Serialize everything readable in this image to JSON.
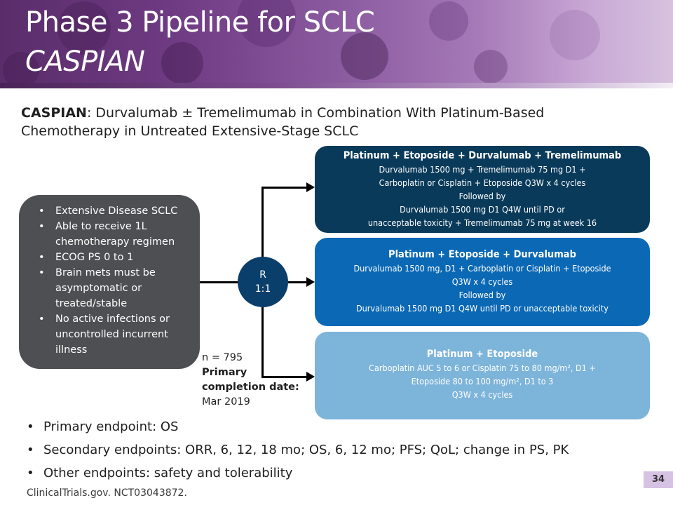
{
  "header": {
    "title": "Phase 3 Pipeline for SCLC",
    "subtitle": "CASPIAN"
  },
  "study": {
    "name": "CASPIAN",
    "description": ": Durvalumab ± Tremelimumab in Combination With Platinum-Based Chemotherapy in Untreated Extensive-Stage SCLC"
  },
  "criteria": [
    "Extensive Disease SCLC",
    "Able to receive 1L chemotherapy regimen",
    "ECOG PS 0 to 1",
    "Brain mets must be asymptomatic or treated/stable",
    "No active infections or uncontrolled incurrent illness"
  ],
  "randomization": {
    "label": "R",
    "ratio": "1:1"
  },
  "arms": [
    {
      "title": "Platinum + Etoposide + Durvalumab + Tremelimumab",
      "lines": [
        "Durvalumab 1500 mg + Tremelimumab 75 mg D1 +",
        "Carboplatin or Cisplatin + Etoposide Q3W x 4 cycles",
        "Followed by",
        "Durvalumab 1500 mg D1 Q4W until PD or",
        "unacceptable toxicity + Tremelimumab 75 mg at week 16"
      ]
    },
    {
      "title": "Platinum + Etoposide + Durvalumab",
      "lines": [
        "Durvalumab 1500 mg, D1 + Carboplatin or Cisplatin + Etoposide",
        "Q3W x 4 cycles",
        "Followed by",
        "Durvalumab 1500 mg D1 Q4W until PD or unacceptable toxicity"
      ]
    },
    {
      "title": "Platinum + Etoposide",
      "lines": [
        "Carboplatin AUC 5 to 6 or Cisplatin 75 to 80 mg/m², D1 +",
        "Etoposide 80 to 100 mg/m², D1 to 3",
        "Q3W x 4 cycles"
      ]
    }
  ],
  "enrollment": {
    "n": "n = 795",
    "label_1": "Primary",
    "label_2": "completion date:",
    "date": "Mar 2019"
  },
  "endpoints": [
    "Primary endpoint: OS",
    "Secondary endpoints: ORR, 6, 12, 18 mo; OS, 6, 12 mo; PFS; QoL; change in PS, PK",
    "Other endpoints: safety and tolerability"
  ],
  "citation": "ClinicalTrials.gov. NCT03043872.",
  "page_number": "34",
  "colors": {
    "criteria_box": "#4d4f52",
    "randomization": "#0a3e6b",
    "arm_1": "#0a3a5a",
    "arm_2": "#0a68b5",
    "arm_3": "#7db4da",
    "page_badge": "#d6c3e4"
  }
}
